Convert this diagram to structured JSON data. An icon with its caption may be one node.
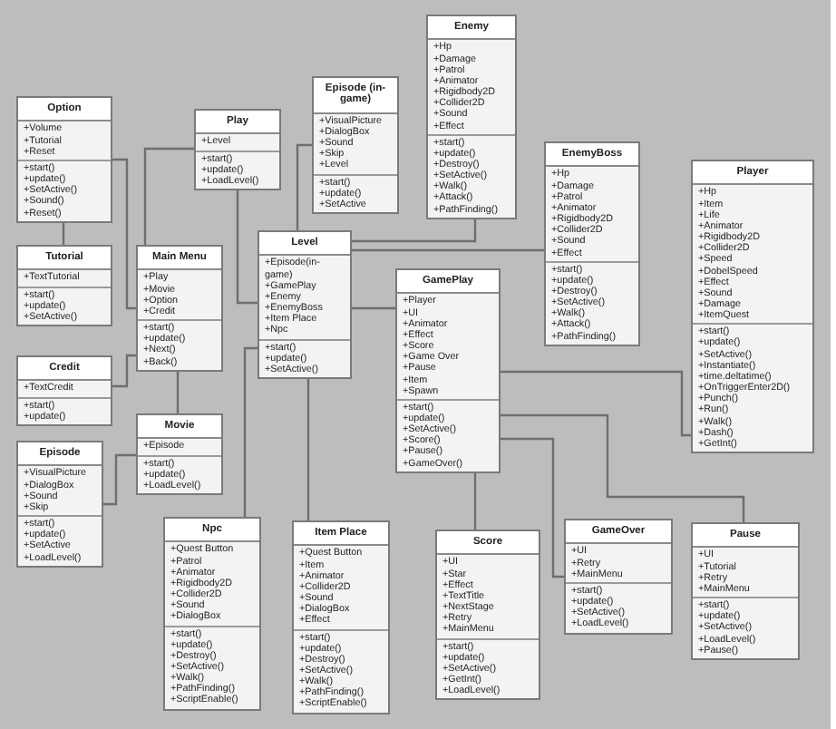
{
  "diagram": {
    "nodes": [
      {
        "text": [
          "Option",
          "+Volume +Tutorial +Reset",
          "+start() +update() +SetActive() +Sound() +Reset()"
        ]
      },
      {
        "text": [
          "Play",
          "+Level",
          "+start() +update() +LoadLevel()"
        ]
      },
      {
        "text": [
          "Episode (in-game)",
          "+VisualPicture +DialogBox +Sound +Skip +Level",
          "+start() +update() +SetActive"
        ]
      },
      {
        "text": [
          "Enemy",
          "+Hp +Damage +Patrol +Animator +Rigidbody2D +Collider2D +Sound +Effect",
          "+start() +update() +Destroy() +SetActive() +Walk() +Attack() +PathFinding()"
        ]
      },
      {
        "text": [
          "EnemyBoss",
          "+Hp +Damage +Patrol +Animator +Rigidbody2D +Collider2D +Sound +Effect",
          "+start() +update() +Destroy() +SetActive() +Walk() +Attack() +PathFinding()"
        ]
      },
      {
        "text": [
          "Player",
          "+Hp +Item +Life +Animator +Rigidbody2D +Collider2D +Speed +DobelSpeed +Effect +Sound +Damage +ItemQuest",
          "+start() +update() +SetActive() +Instantiate() +time.deltatime() +OnTriggerEnter2D() +Punch() +Run() +Walk() +Dash() +GetInt()"
        ]
      },
      {
        "text": [
          "Tutorial",
          "+TextTutorial",
          "+start() +update() +SetActive()"
        ]
      },
      {
        "text": [
          "Main Menu",
          "+Play +Movie +Option +Credit",
          "+start() +update() +Next() +Back()"
        ]
      },
      {
        "text": [
          "Level",
          "+Episode(in-game) +GamePlay +Enemy +EnemyBoss +Item Place +Npc",
          "+start() +update() +SetActive()"
        ]
      },
      {
        "text": [
          "GamePlay",
          "+Player +UI +Animator +Effect +Score +Game Over +Pause +Item +Spawn",
          "+start() +update() +SetActive() +Score() +Pause() +GameOver()"
        ]
      },
      {
        "text": [
          "Credit",
          "+TextCredit",
          "+start() +update()"
        ]
      },
      {
        "text": [
          "Movie",
          "+Episode",
          "+start() +update() +LoadLevel()"
        ]
      },
      {
        "text": [
          "Episode",
          "+VisualPicture +DialogBox +Sound +Skip",
          "+start() +update() +SetActive +LoadLevel()"
        ]
      },
      {
        "text": [
          "Npc",
          "+Quest Button +Patrol +Animator +Rigidbody2D +Collider2D +Sound +DialogBox",
          "+start() +update() +Destroy() +SetActive() +Walk() +PathFinding() +ScriptEnable()"
        ]
      },
      {
        "text": [
          "Item Place",
          "+Quest Button +Item +Animator +Collider2D +Sound +DialogBox +Effect",
          "+start() +update() +Destroy() +SetActive() +Walk() +PathFinding() +ScriptEnable()"
        ]
      },
      {
        "text": [
          "Score",
          "+UI +Star +Effect +TextTitle +NextStage +Retry +MainMenu",
          "+start() +update() +SetActive() +GetInt() +LoadLevel()"
        ]
      },
      {
        "text": [
          "GameOver",
          "+UI +Retry +MainMenu",
          "+start() +update() +SetActive() +LoadLevel()"
        ]
      },
      {
        "text": [
          "Pause",
          "+UI +Tutorial +Retry +MainMenu",
          "+start() +update() +SetActive() +LoadLevel() +Pause()"
        ]
      }
    ],
    "edges": [
      {
        "from": 0,
        "to": 6,
        "arrow": "none"
      },
      {
        "from": 0,
        "to": 7,
        "arrow": "none"
      },
      {
        "from": 1,
        "to": 7,
        "arrow": "none"
      },
      {
        "from": 1,
        "to": 8,
        "arrow": "none"
      },
      {
        "from": 10,
        "to": 7,
        "arrow": "none"
      },
      {
        "from": 7,
        "to": 11,
        "arrow": "none"
      },
      {
        "from": 12,
        "to": 11,
        "arrow": "none"
      },
      {
        "from": 2,
        "to": 8,
        "arrow": "none"
      },
      {
        "from": 8,
        "to": 3,
        "arrow": "none"
      },
      {
        "from": 8,
        "to": 4,
        "arrow": "none"
      },
      {
        "from": 8,
        "to": 9,
        "arrow": "none"
      },
      {
        "from": 8,
        "to": 13,
        "arrow": "none"
      },
      {
        "from": 8,
        "to": 14,
        "arrow": "none"
      },
      {
        "from": 9,
        "to": 5,
        "arrow": "none"
      },
      {
        "from": 9,
        "to": 15,
        "arrow": "none"
      },
      {
        "from": 9,
        "to": 16,
        "arrow": "none"
      },
      {
        "from": 9,
        "to": 17,
        "arrow": "none"
      }
    ]
  }
}
